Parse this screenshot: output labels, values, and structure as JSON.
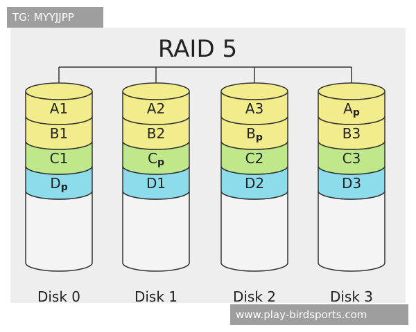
{
  "watermark_top": "TG: MYYJJPP",
  "watermark_bottom": "www.play-birdsports.com",
  "title": "RAID 5",
  "disks": [
    {
      "label": "Disk 0",
      "blocks": [
        {
          "main": "A1",
          "sub": ""
        },
        {
          "main": "B1",
          "sub": ""
        },
        {
          "main": "C1",
          "sub": ""
        },
        {
          "main": "D",
          "sub": "p"
        }
      ]
    },
    {
      "label": "Disk 1",
      "blocks": [
        {
          "main": "A2",
          "sub": ""
        },
        {
          "main": "B2",
          "sub": ""
        },
        {
          "main": "C",
          "sub": "p"
        },
        {
          "main": "D1",
          "sub": ""
        }
      ]
    },
    {
      "label": "Disk 2",
      "blocks": [
        {
          "main": "A3",
          "sub": ""
        },
        {
          "main": "B",
          "sub": "p"
        },
        {
          "main": "C2",
          "sub": ""
        },
        {
          "main": "D2",
          "sub": ""
        }
      ]
    },
    {
      "label": "Disk 3",
      "blocks": [
        {
          "main": "A",
          "sub": "p"
        },
        {
          "main": "B3",
          "sub": ""
        },
        {
          "main": "C3",
          "sub": ""
        },
        {
          "main": "D3",
          "sub": ""
        }
      ]
    }
  ],
  "colors": {
    "panel": "#eeeeee",
    "stripe_a": "#f2ec8c",
    "stripe_b": "#f2ec8c",
    "stripe_c": "#bfe88a",
    "stripe_d": "#8cdcec",
    "disk_body": "#f4f4f4",
    "outline": "#333333",
    "text": "#222222"
  }
}
